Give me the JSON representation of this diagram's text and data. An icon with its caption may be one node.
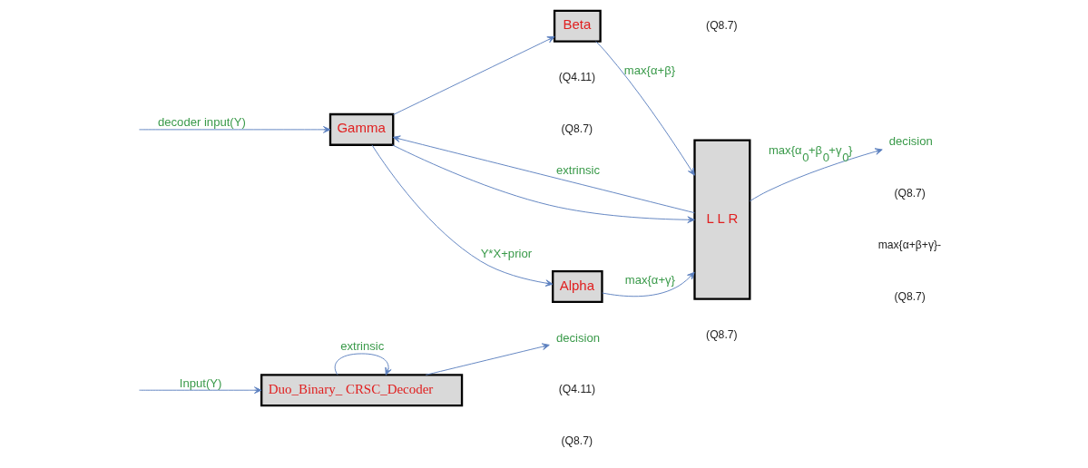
{
  "diagram": {
    "nodes": [
      {
        "text": [
          "Duo_Binary_ CRSC_Decoder"
        ]
      },
      {
        "text": [
          "decision"
        ]
      },
      {
        "text": [
          "Gamma"
        ]
      },
      {
        "text": [
          "Alpha"
        ]
      },
      {
        "text": [
          "Beta"
        ]
      },
      {
        "text": [
          "L L R"
        ]
      },
      {
        "text": [
          "decision"
        ]
      }
    ],
    "edges": [
      {
        "from": null,
        "to": 0,
        "arrow": "to",
        "label": "Input(Y)"
      },
      {
        "from": 0,
        "to": 1,
        "arrow": "to"
      },
      {
        "from": 0,
        "to": 0,
        "arrow": "to",
        "label": "extrinsic"
      },
      {
        "from": null,
        "to": 2,
        "arrow": "to",
        "label": "decoder input(Y)"
      },
      {
        "from": 2,
        "to": 3,
        "arrow": "to",
        "label": "Y*X+prior"
      },
      {
        "from": 2,
        "to": 4,
        "arrow": "to"
      },
      {
        "from": 2,
        "to": 5,
        "arrow": "to"
      },
      {
        "from": 3,
        "to": 5,
        "arrow": "to",
        "label": "max{α+γ}"
      },
      {
        "from": 4,
        "to": 5,
        "arrow": "to",
        "label": "max{α+β}"
      },
      {
        "from": 5,
        "to": 6,
        "arrow": "to",
        "label": "max{α$_{0}$+β$_{0}$+γ$_{0}$}"
      },
      {
        "from": 5,
        "to": 2,
        "arrow": "to",
        "label": "extrinsic"
      }
    ],
    "labels": [
      "(Q4.11)",
      "(Q8.7)",
      "(Q4.11)",
      "(Q8.7)",
      "(Q8.7)",
      "(Q8.7)",
      "max{α+β+γ}-",
      "(Q8.7)",
      "(Q8.7)"
    ]
  }
}
